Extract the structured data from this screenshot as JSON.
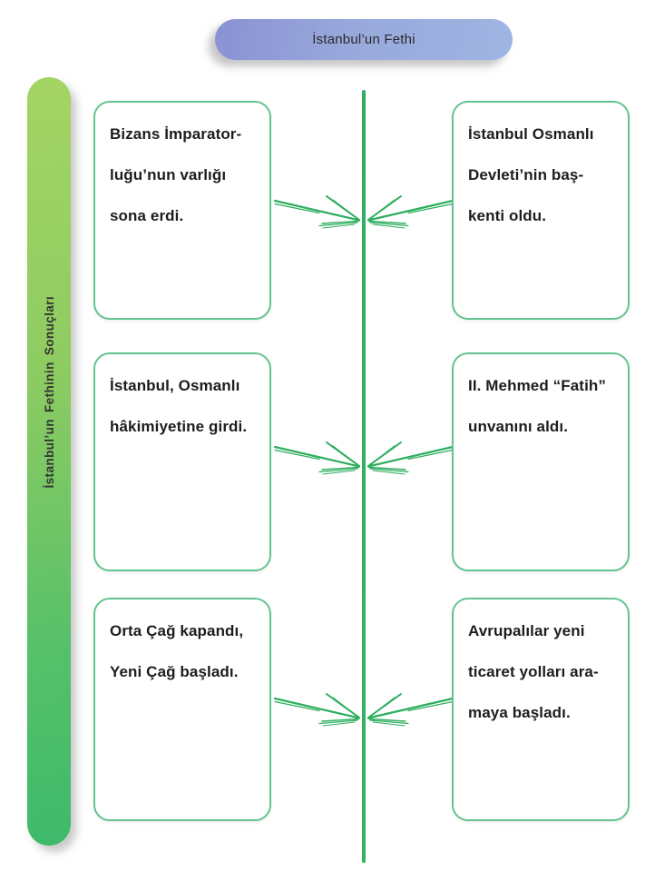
{
  "header": {
    "title": "İstanbul’un Fethi"
  },
  "sidebar": {
    "label": "İstanbul’un Fethinin Sonuçları"
  },
  "results": {
    "rows": [
      {
        "left": "Bizans İmparator-\nluğu’nun varlığı\nsona erdi.",
        "right": "İstanbul Osmanlı\nDevleti’nin baş-\nkenti oldu."
      },
      {
        "left": "İstanbul, Osmanlı\nhâkimiyetine girdi.",
        "right": "II. Mehmed “Fatih”\nunvanını aldı."
      },
      {
        "left": "Orta Çağ kapandı,\nYeni Çağ başladı.",
        "right": "Avrupalılar yeni\nticaret yolları ara-\nmaya başladı."
      }
    ]
  },
  "colors": {
    "line_green": "#2fae5f",
    "box_border_green": "#63c38e",
    "sidebar_green_top": "#a5d464",
    "sidebar_green_bottom": "#3eba6b",
    "pill_blue_left": "#8a92d3",
    "pill_blue_right": "#9fb5e2",
    "text": "#1d1d1d"
  }
}
